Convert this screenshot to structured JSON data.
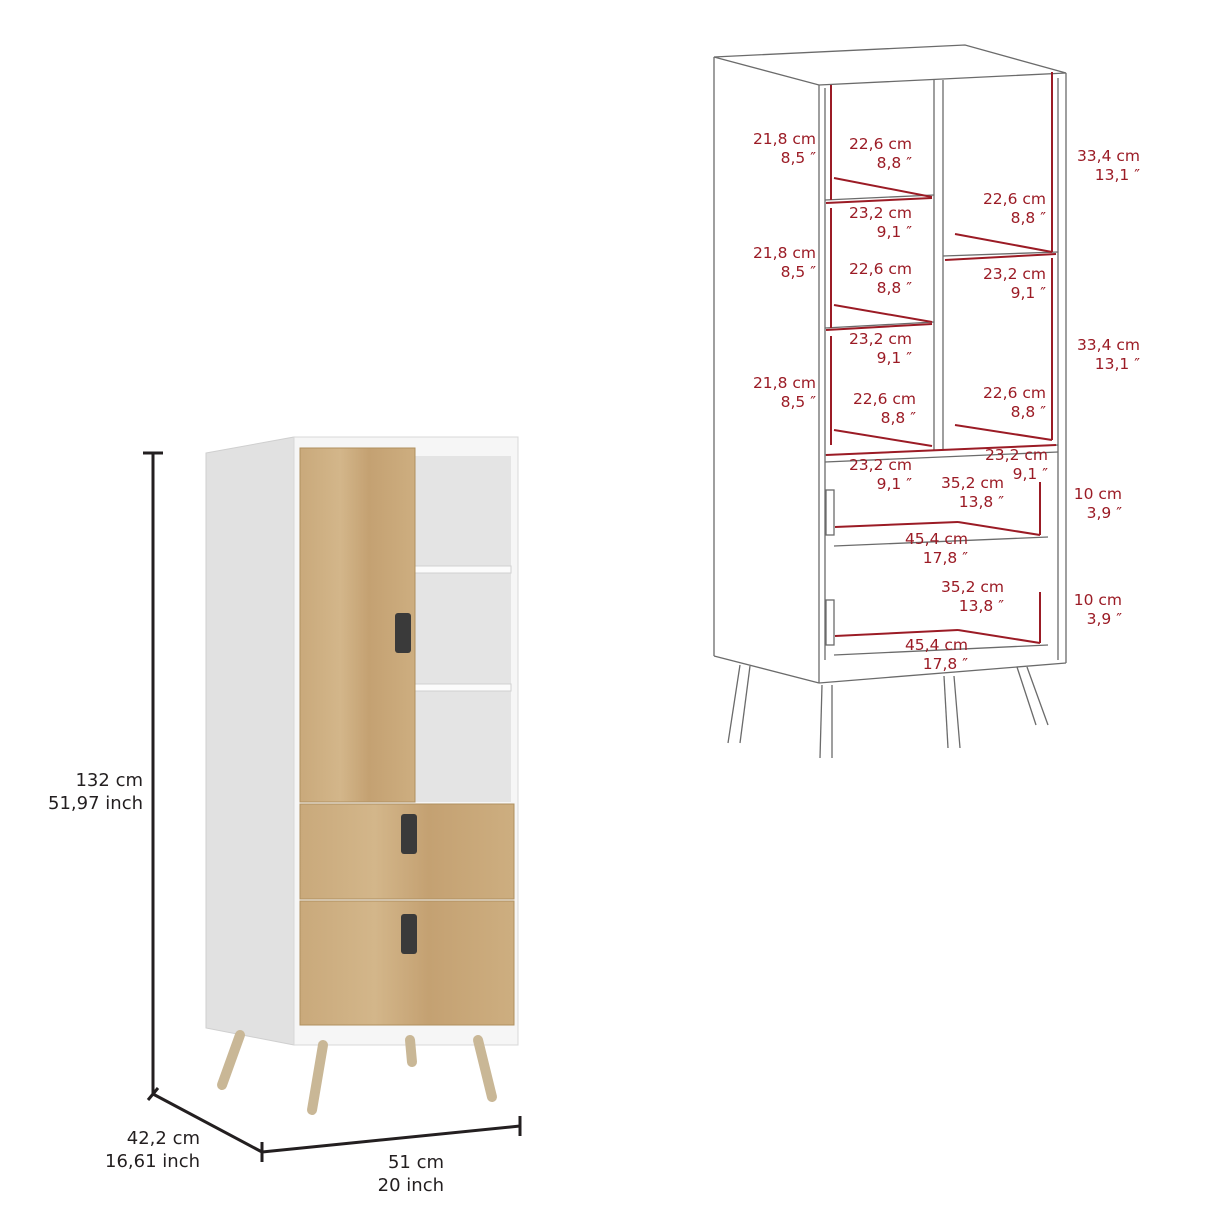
{
  "colors": {
    "annotation_red": "#9b1b25",
    "dimension_black": "#231f20",
    "wood": "#c8a87a",
    "white_body": "#f4f4f4",
    "side_shadow": "#dcdcdc",
    "handle": "#3a3a3a"
  },
  "overall_dimensions": {
    "height": {
      "cm": "132 cm",
      "inch": "51,97 inch"
    },
    "depth": {
      "cm": "42,2 cm",
      "inch": "16,61 inch"
    },
    "width": {
      "cm": "51 cm",
      "inch": "20 inch"
    }
  },
  "interior_dimensions": {
    "left_column": [
      {
        "height_cm": "21,8 cm",
        "height_in": "8,5 ″",
        "depth_cm": "22,6 cm",
        "depth_in": "8,8 ″",
        "width_cm": "23,2 cm",
        "width_in": "9,1 ″"
      },
      {
        "height_cm": "21,8 cm",
        "height_in": "8,5 ″",
        "depth_cm": "22,6 cm",
        "depth_in": "8,8 ″",
        "width_cm": "23,2 cm",
        "width_in": "9,1 ″"
      },
      {
        "height_cm": "21,8 cm",
        "height_in": "8,5 ″",
        "depth_cm": "22,6 cm",
        "depth_in": "8,8 ″",
        "width_cm": "23,2 cm",
        "width_in": "9,1 ″"
      }
    ],
    "right_column": [
      {
        "height_cm": "33,4 cm",
        "height_in": "13,1 ″",
        "depth_cm": "22,6 cm",
        "depth_in": "8,8 ″",
        "width_cm": "23,2 cm",
        "width_in": "9,1 ″"
      },
      {
        "height_cm": "33,4 cm",
        "height_in": "13,1 ″",
        "depth_cm": "22,6 cm",
        "depth_in": "8,8 ″",
        "width_cm": "23,2 cm",
        "width_in": "9,1 ″"
      }
    ],
    "drawers": [
      {
        "height_cm": "10 cm",
        "height_in": "3,9 ″",
        "depth_cm": "35,2 cm",
        "depth_in": "13,8 ″",
        "width_cm": "45,4 cm",
        "width_in": "17,8 ″"
      },
      {
        "height_cm": "10 cm",
        "height_in": "3,9 ″",
        "depth_cm": "35,2 cm",
        "depth_in": "13,8 ″",
        "width_cm": "45,4 cm",
        "width_in": "17,8 ″"
      }
    ]
  }
}
